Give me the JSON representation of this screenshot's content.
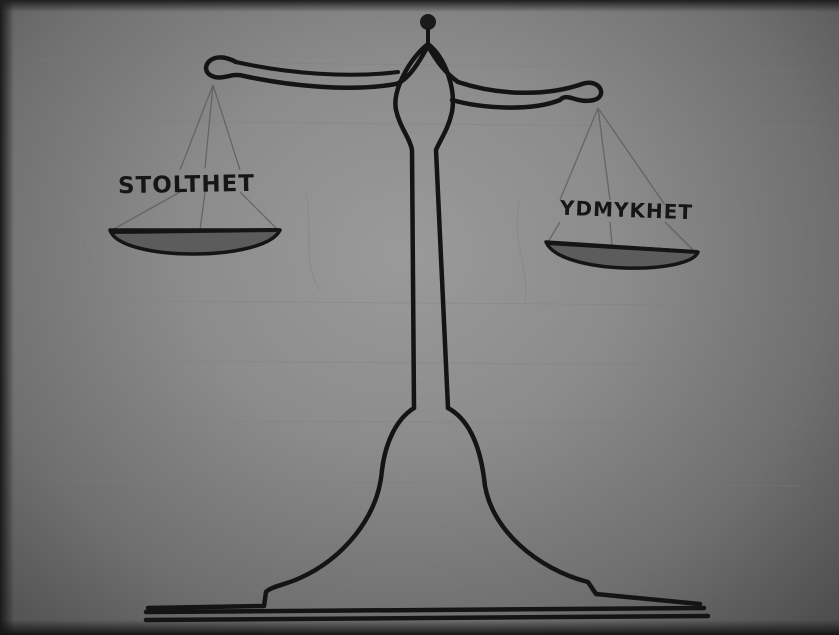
{
  "image": {
    "subject": "hand-drawn balance scale",
    "palette": {
      "paper": "#8c8c8c",
      "ink": "#161616",
      "pan_fill": "#5e5e5e",
      "pencil": "#6a6a6a"
    }
  },
  "labels": {
    "left_pan": "STOLTHET",
    "right_pan": "YDMYKHET"
  }
}
